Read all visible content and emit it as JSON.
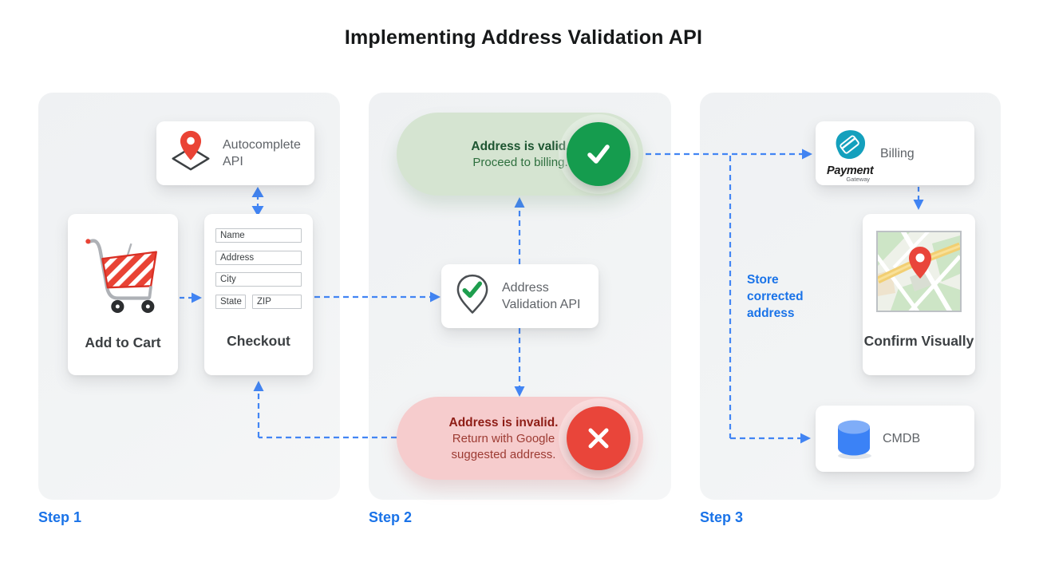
{
  "title": "Implementing Address Validation API",
  "step_labels": {
    "step1": "Step 1",
    "step2": "Step 2",
    "step3": "Step 3"
  },
  "colors": {
    "arrow_blue": "#4285f4",
    "step_label_blue": "#1a73e8",
    "panel_gray": "#f1f3f4",
    "valid_pill_bg": "#d5e4d1",
    "valid_circle_green": "#159c4e",
    "invalid_pill_bg": "#f6cccd",
    "invalid_circle_red": "#e9453a",
    "cart_red": "#ea4335",
    "db_blue": "#3b82f6",
    "gateway_teal": "#14a0bd"
  },
  "step1": {
    "autocomplete_api": {
      "label": "Autocomplete API",
      "icon": "map-pin-diamond-icon"
    },
    "add_to_cart": {
      "label": "Add to Cart",
      "icon": "shopping-cart-icon"
    },
    "checkout": {
      "label": "Checkout",
      "fields": {
        "name": "Name",
        "address": "Address",
        "city": "City",
        "state": "State",
        "zip": "ZIP"
      }
    }
  },
  "step2": {
    "valid_pill": {
      "title": "Address is valid.",
      "subtitle": "Proceed to billing.",
      "icon": "check-icon"
    },
    "validation_api": {
      "label": "Address Validation API",
      "icon": "pin-check-icon"
    },
    "invalid_pill": {
      "title": "Address is invalid.",
      "subtitle": "Return with Google suggested address.",
      "icon": "x-icon"
    }
  },
  "step3": {
    "billing": {
      "label": "Billing",
      "logo_title": "Payment",
      "logo_subtitle": "Gateway",
      "icon": "payment-gateway-logo"
    },
    "confirm_visually": {
      "label": "Confirm Visually",
      "icon": "map-image"
    },
    "cmdb": {
      "label": "CMDB",
      "icon": "database-icon"
    },
    "annotation": "Store corrected address"
  }
}
